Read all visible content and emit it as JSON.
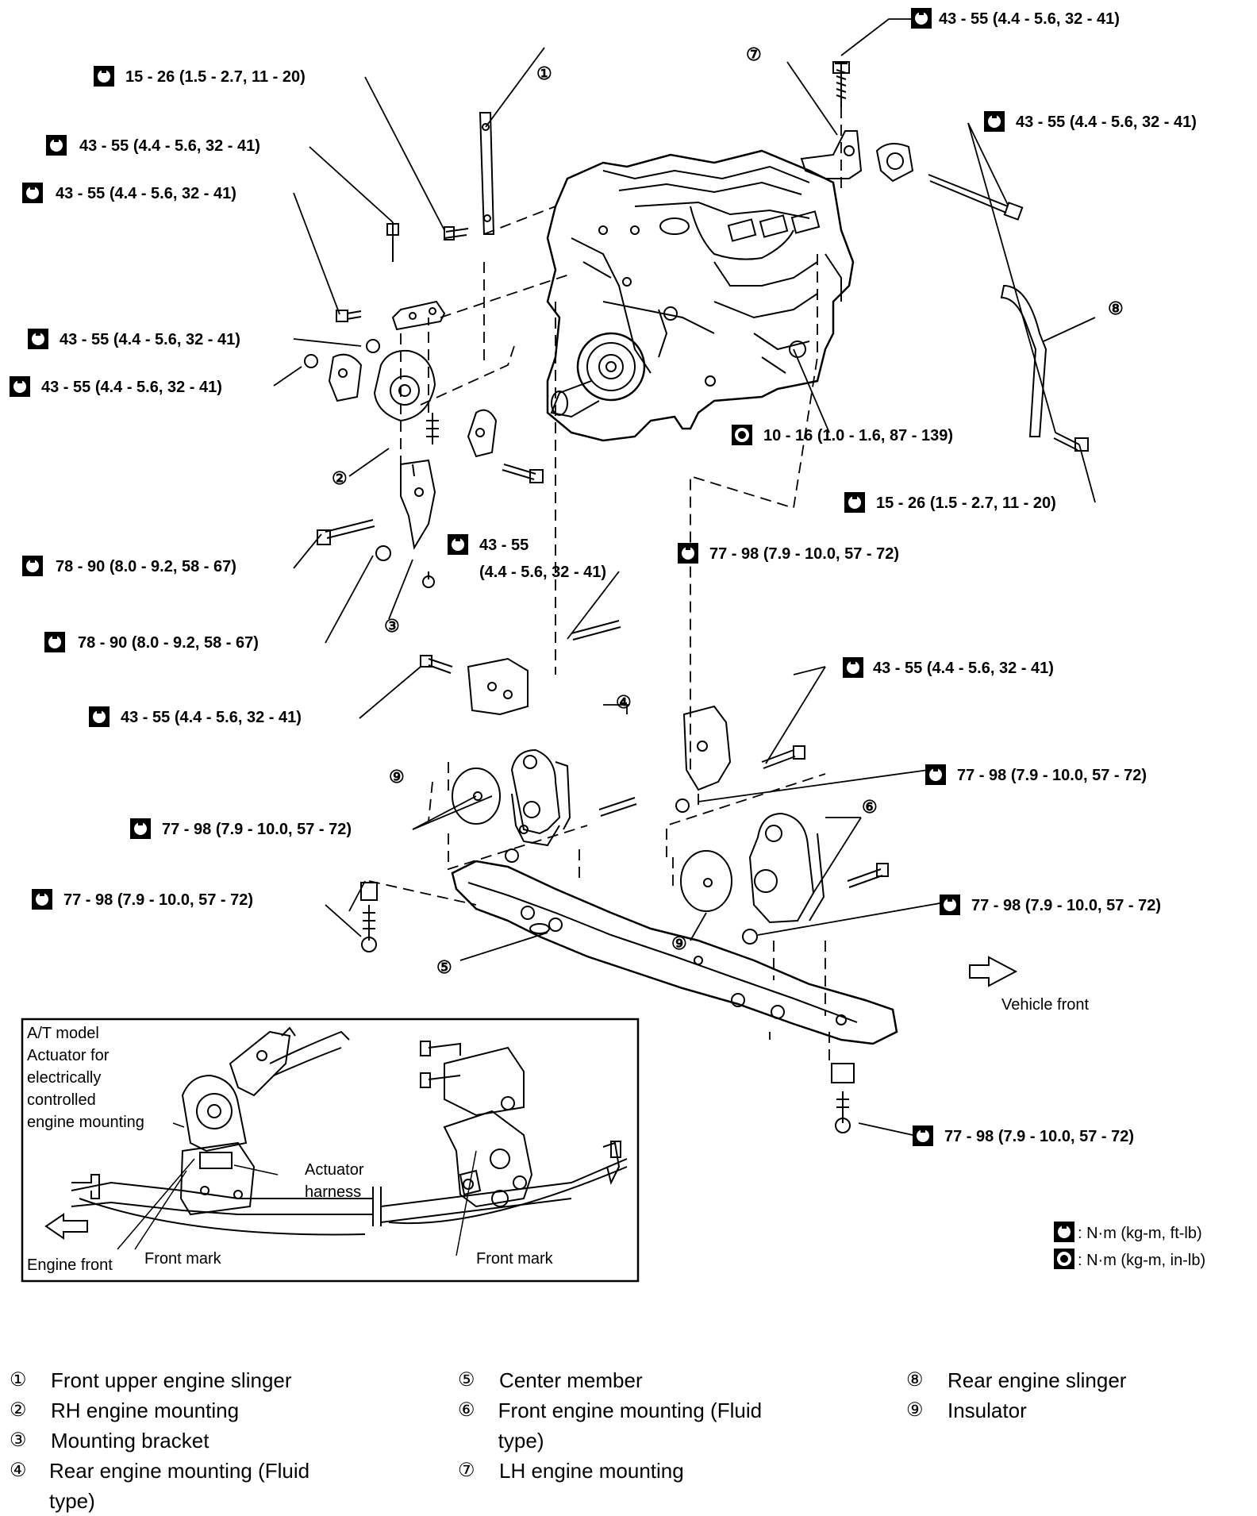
{
  "torque_labels": {
    "t01": "43 - 55 (4.4 - 5.6, 32 - 41)",
    "t02": "15 - 26 (1.5 - 2.7, 11 - 20)",
    "t03": "43 - 55 (4.4 - 5.6, 32 - 41)",
    "t04": "43 - 55 (4.4 - 5.6, 32 - 41)",
    "t05": "43 - 55 (4.4 - 5.6, 32 - 41)",
    "t06": "43 - 55 (4.4 - 5.6, 32 - 41)",
    "t07": "43 - 55 (4.4 - 5.6, 32 - 41)",
    "t08": "10 - 16 (1.0 - 1.6, 87 - 139)",
    "t09": "15 - 26 (1.5 - 2.7, 11 - 20)",
    "t10": "78 - 90 (8.0 - 9.2, 58 - 67)",
    "t11a": "43 - 55",
    "t11b": "(4.4 - 5.6, 32 - 41)",
    "t12": "77 - 98 (7.9 - 10.0, 57 - 72)",
    "t13": "78 - 90 (8.0 - 9.2, 58 - 67)",
    "t14": "43 - 55 (4.4 - 5.6, 32 - 41)",
    "t15": "43 - 55 (4.4 - 5.6, 32 - 41)",
    "t16": "77 - 98 (7.9 - 10.0, 57 - 72)",
    "t17": "77 - 98 (7.9 - 10.0, 57 - 72)",
    "t18": "77 - 98 (7.9 - 10.0, 57 - 72)",
    "t19": "77 - 98 (7.9 - 10.0, 57 - 72)",
    "t20": "77 - 98 (7.9 - 10.0, 57 - 72)"
  },
  "callouts": {
    "c1": "①",
    "c2": "②",
    "c3": "③",
    "c4": "④",
    "c5": "⑤",
    "c6": "⑥",
    "c7": "⑦",
    "c8": "⑧",
    "c9a": "⑨",
    "c9b": "⑨"
  },
  "vehicle_front": "Vehicle front",
  "units_legend": {
    "nm_kgm_ftlb": ": N·m (kg-m, ft-lb)",
    "nm_kgm_inlb": ": N·m (kg-m, in-lb)"
  },
  "inset": {
    "title_lines": [
      "A/T model",
      "Actuator for",
      "electrically",
      "controlled",
      "engine mounting"
    ],
    "actuator_harness_lines": [
      "Actuator",
      "harness"
    ],
    "engine_front": "Engine front",
    "front_mark_left": "Front mark",
    "front_mark_right": "Front mark"
  },
  "parts_legend": {
    "col1": [
      {
        "num": "①",
        "label": "Front upper engine slinger"
      },
      {
        "num": "②",
        "label": "RH engine mounting"
      },
      {
        "num": "③",
        "label": "Mounting bracket"
      },
      {
        "num": "④",
        "label": "Rear engine mounting (Fluid type)"
      }
    ],
    "col2": [
      {
        "num": "⑤",
        "label": "Center member"
      },
      {
        "num": "⑥",
        "label": "Front engine mounting (Fluid type)"
      },
      {
        "num": "⑦",
        "label": "LH engine mounting"
      }
    ],
    "col3": [
      {
        "num": "⑧",
        "label": "Rear engine slinger"
      },
      {
        "num": "⑨",
        "label": "Insulator"
      }
    ]
  }
}
